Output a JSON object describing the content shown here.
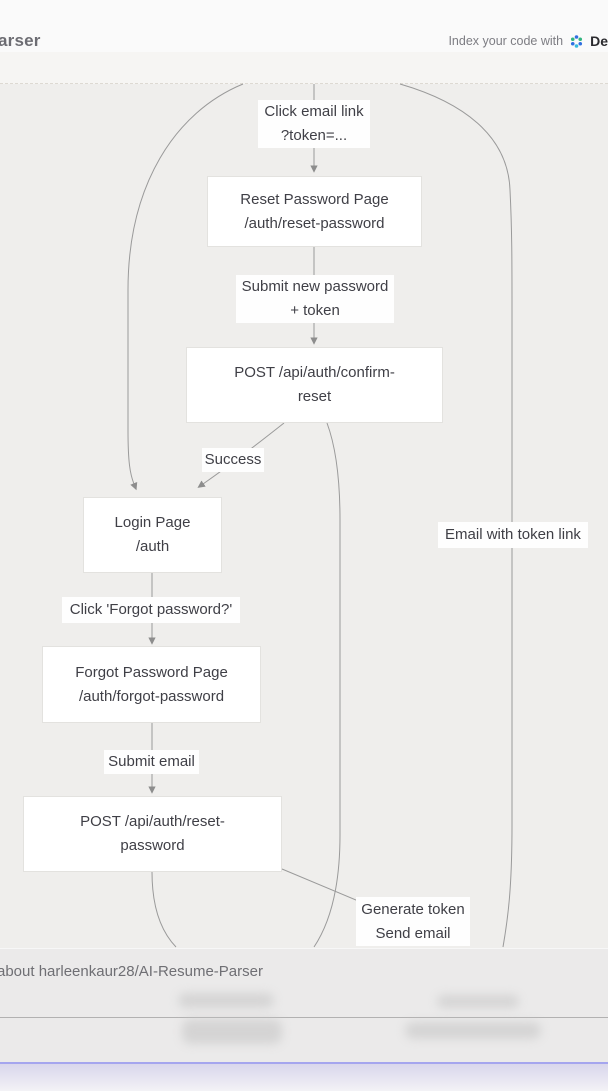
{
  "header": {
    "title": "arser",
    "index_label": "Index your code with",
    "brand": "De"
  },
  "diagram": {
    "type": "flowchart",
    "nodes": [
      {
        "id": "reset-password-page",
        "line1": "Reset Password Page",
        "line2": "/auth/reset-password"
      },
      {
        "id": "post-confirm-reset",
        "line1": "POST /api/auth/confirm-",
        "line2": "reset"
      },
      {
        "id": "login-page",
        "line1": "Login Page",
        "line2": "/auth"
      },
      {
        "id": "forgot-password-page",
        "line1": "Forgot Password Page",
        "line2": "/auth/forgot-password"
      },
      {
        "id": "post-reset-password",
        "line1": "POST /api/auth/reset-",
        "line2": "password"
      }
    ],
    "edge_labels": [
      {
        "id": "click-email-link",
        "line1": "Click email link",
        "line2": "?token=..."
      },
      {
        "id": "submit-new-password",
        "line1": "Submit new password",
        "line2": "+ token"
      },
      {
        "id": "success",
        "line1": "Success"
      },
      {
        "id": "email-with-token-link",
        "line1": "Email with token link"
      },
      {
        "id": "click-forgot-password",
        "line1": "Click 'Forgot password?'"
      },
      {
        "id": "submit-email",
        "line1": "Submit email"
      },
      {
        "id": "generate-token",
        "line1": "Generate token",
        "line2": "Send email"
      }
    ],
    "colors": {
      "background": "#efeeec",
      "node_fill": "#ffffff",
      "node_border": "#e3e2df",
      "edge": "#9a9a9a",
      "text": "#3f3f46"
    }
  },
  "overlay": {
    "prompt_text": "about harleenkaur28/AI-Resume-Parser",
    "accent_color": "#a5a5ee"
  }
}
